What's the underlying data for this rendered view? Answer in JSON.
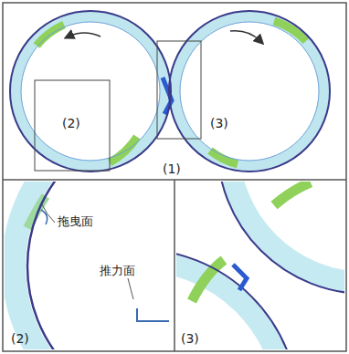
{
  "diagram": {
    "labels": [
      "(2)",
      "(3)",
      "(1)",
      "拖曳面",
      "推力面",
      "(2)",
      "(3)"
    ]
  }
}
